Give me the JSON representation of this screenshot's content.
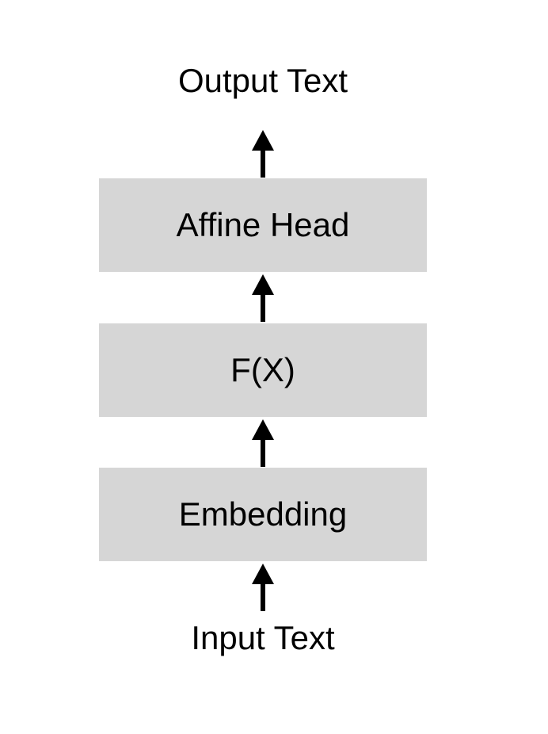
{
  "diagram": {
    "output_label": "Output Text",
    "input_label": "Input Text",
    "blocks": [
      {
        "label": "Affine Head"
      },
      {
        "label": "F(X)"
      },
      {
        "label": "Embedding"
      }
    ],
    "colors": {
      "block_fill": "#d6d6d6",
      "arrow": "#000000",
      "text": "#000000",
      "background": "#ffffff"
    }
  }
}
